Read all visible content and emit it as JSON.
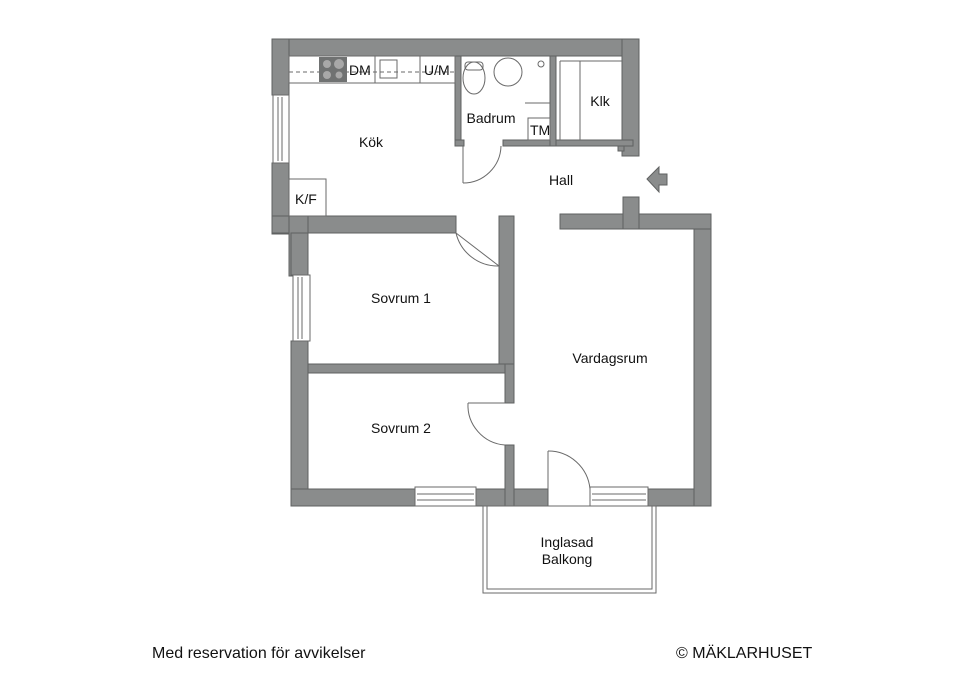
{
  "floorplan": {
    "rooms": {
      "kitchen": "Kök",
      "bathroom": "Badrum",
      "closet": "Klk",
      "hall": "Hall",
      "bedroom1": "Sovrum 1",
      "bedroom2": "Sovrum 2",
      "living_room": "Vardagsrum",
      "balcony_line1": "Inglasad",
      "balcony_line2": "Balkong"
    },
    "fixtures": {
      "dishwasher": "DM",
      "oven_microwave": "U/M",
      "fridge_freezer": "K/F",
      "washing_machine": "TM"
    },
    "entrance_icon": "entrance-arrow-icon",
    "colors": {
      "wall": "#8a8c8c",
      "background": "#ffffff",
      "text": "#111111"
    }
  },
  "footer": {
    "disclaimer": "Med reservation för avvikelser",
    "copyright": "© MÄKLARHUSET"
  }
}
